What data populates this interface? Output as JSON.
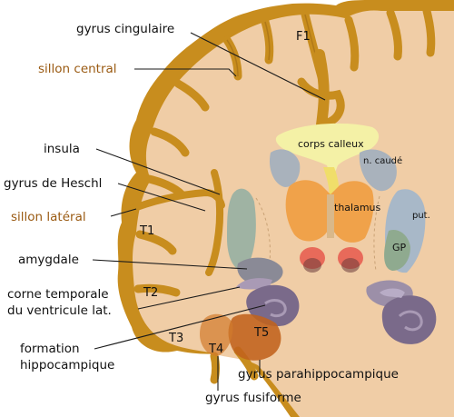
{
  "labels": {
    "gyrus_cingulaire": "gyrus cingulaire",
    "sillon_central": "sillon central",
    "insula": "insula",
    "gyrus_de_heschl": "gyrus de Heschl",
    "sillon_lateral": "sillon latéral",
    "amygdale": "amygdale",
    "corne_temporale_1": "corne temporale",
    "corne_temporale_2": "du ventricule lat.",
    "formation_1": "formation",
    "formation_2": "hippocampique",
    "gyrus_parahippocampique": "gyrus parahippocampique",
    "gyrus_fusiforme": "gyrus fusiforme",
    "f1": "F1",
    "corps_calleux": "corps calleux",
    "n_caude": "n. caudé",
    "thalamus": "thalamus",
    "put": "put.",
    "gp": "GP",
    "t1": "T1",
    "t2": "T2",
    "t3": "T3",
    "t4": "T4",
    "t5": "T5"
  },
  "colors": {
    "cortex": "#c88d1e",
    "white_matter": "#f0cda6",
    "corpus_callosum": "#f4f1a6",
    "thalamus": "#f0a24a",
    "caudate": "#a9b2bc",
    "putamen_gp": "#9fb3a3",
    "ventricle": "#a99ab5",
    "hippocampus": "#7a6a8a",
    "amygdala": "#8a8a96",
    "label_brown": "#9a5a12"
  }
}
